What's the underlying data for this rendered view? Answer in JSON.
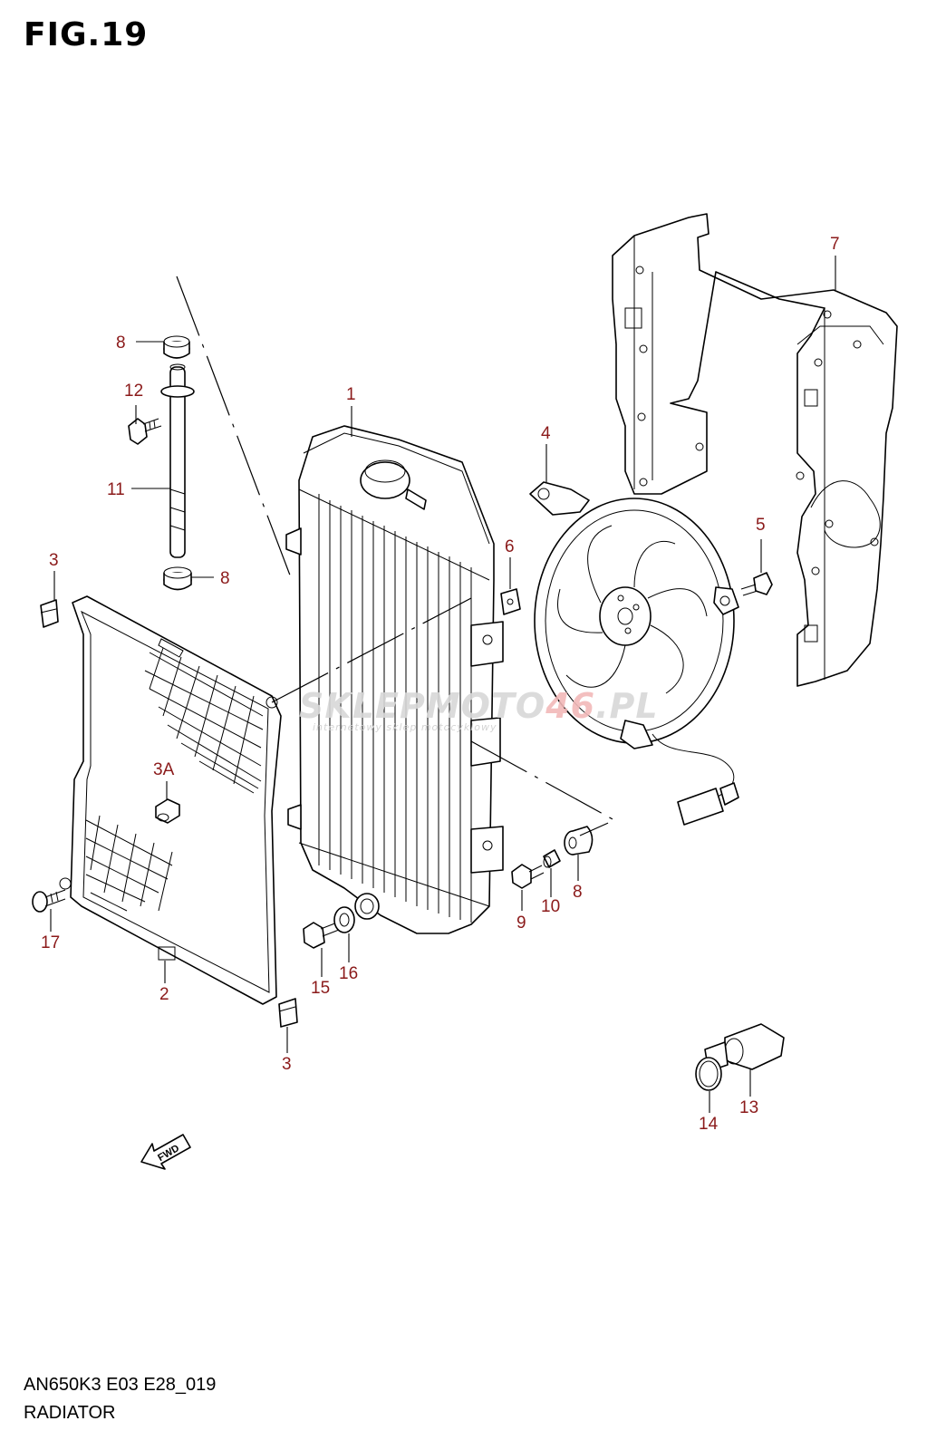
{
  "figure": {
    "title": "FIG.19",
    "code": "AN650K3 E03 E28_019",
    "name": "RADIATOR"
  },
  "fwd_label": "FWD",
  "watermark": {
    "main_a": "SKLEPMOTO",
    "main_b": "46",
    "main_c": ".PL",
    "sub": "internetowy sklep motocyklowy"
  },
  "colors": {
    "callout": "#8b1a1a",
    "line": "#000000",
    "watermark_grey": "#d8d8d8",
    "watermark_red": "#f2b9b9"
  },
  "callouts": {
    "c1": "1",
    "c2": "2",
    "c3_top": "3",
    "c3_bottom": "3",
    "c3a": "3A",
    "c4": "4",
    "c5": "5",
    "c6": "6",
    "c7": "7",
    "c8_top": "8",
    "c8_mid": "8",
    "c8_right": "8",
    "c9": "9",
    "c10": "10",
    "c11": "11",
    "c12": "12",
    "c13": "13",
    "c14": "14",
    "c15": "15",
    "c16": "16",
    "c17": "17"
  }
}
